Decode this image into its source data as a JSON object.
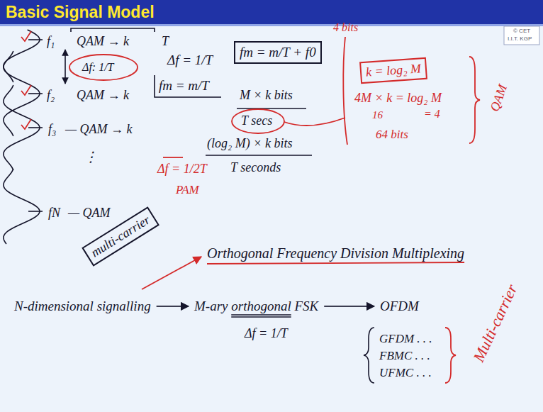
{
  "diagram": {
    "title": "Basic Signal Model",
    "nodes": [
      {
        "text": [
          "multi-carrier"
        ]
      },
      {
        "text": [
          "fm = m/T + f0"
        ]
      },
      {
        "text": [
          "k = log₂ M"
        ]
      },
      {
        "text": [
          "N-dimensional signalling"
        ]
      },
      {
        "text": [
          "M-ary orthogonal FSK"
        ]
      },
      {
        "text": [
          "OFDM"
        ]
      }
    ],
    "edges": [
      {
        "from": 3,
        "to": 4,
        "arrow": "to"
      },
      {
        "from": 4,
        "to": 5,
        "arrow": "to"
      }
    ],
    "labels": [
      "f₁",
      "QAM → k",
      "T",
      "Δf: 1/T",
      "f₂",
      "QAM → k",
      "f₃",
      "— QAM → k",
      "⋮",
      "fN",
      "— QAM",
      "Δf = 1/T",
      "fm = m/T",
      "M × k bits",
      "T secs",
      "(log₂ M) × k bits",
      "T seconds",
      "Δf = 1/2T",
      "PAM",
      "4 bits",
      "4M × k = log₂ M",
      "16",
      "= 4",
      "64 bits",
      "QAM",
      "Orthogonal Frequency Division Multiplexing",
      "Δf = 1/T",
      "GFDM . . .",
      "FBMC . . .",
      "UFMC . . .",
      "Multi-carrier",
      "© CET",
      "I.I.T. KGP"
    ]
  }
}
